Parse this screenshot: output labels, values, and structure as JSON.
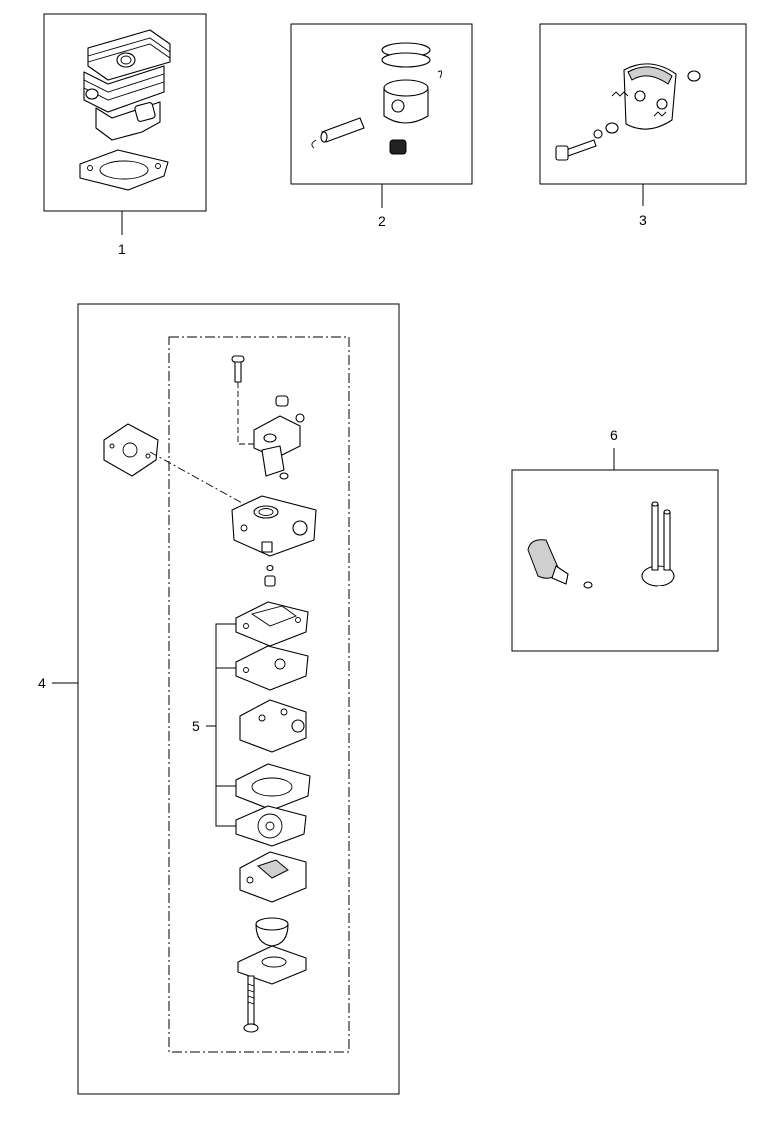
{
  "callouts": [
    {
      "id": "1",
      "text": "1"
    },
    {
      "id": "2",
      "text": "2"
    },
    {
      "id": "3",
      "text": "3"
    },
    {
      "id": "4",
      "text": "4"
    },
    {
      "id": "5",
      "text": "5"
    },
    {
      "id": "6",
      "text": "6"
    }
  ],
  "icons": [
    "cylinder-kit-icon",
    "piston-kit-icon",
    "clutch-kit-icon",
    "carburetor-assembly-icon",
    "carburetor-kit-icon",
    "fuel-line-filter-kit-icon"
  ],
  "colors": {
    "line": "#000000",
    "background": "#ffffff"
  }
}
